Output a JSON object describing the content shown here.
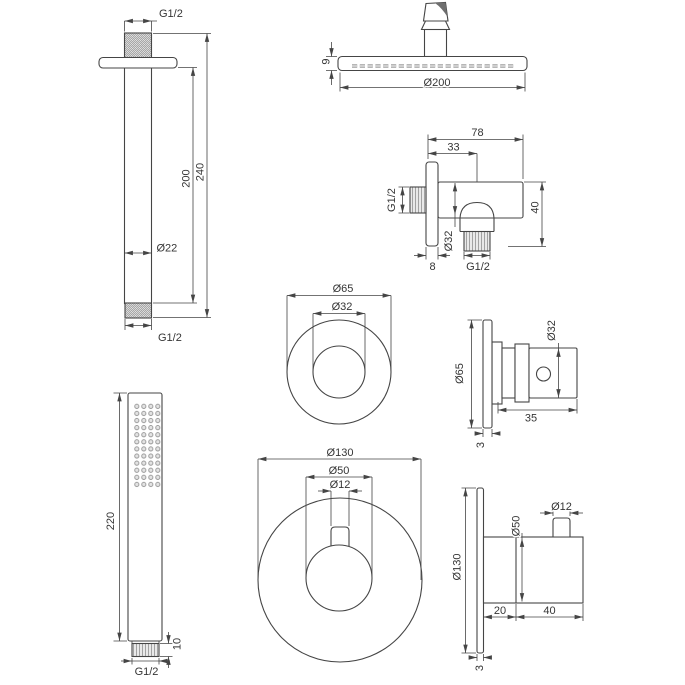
{
  "diagram": {
    "background": "#ffffff",
    "line_color": "#454545",
    "text_color": "#353535"
  },
  "components": {
    "ceiling_arm": {
      "dims": {
        "thread_top": "G1/2",
        "total_length": "240",
        "tube_length": "200",
        "tube_diameter": "Ø22",
        "thread_bottom": "G1/2"
      }
    },
    "head_shower": {
      "dims": {
        "disc_thickness": "9",
        "disc_diameter": "Ø200"
      }
    },
    "wall_outlet": {
      "dims": {
        "total_width": "78",
        "outlet_offset": "33",
        "inlet_thread": "G1/2",
        "body_diameter": "Ø32",
        "plate_thickness": "8",
        "outlet_thread": "G1/2",
        "height": "40"
      }
    },
    "stop_valve_front": {
      "dims": {
        "plate_diameter": "Ø65",
        "knob_diameter": "Ø32"
      }
    },
    "stop_valve_side": {
      "dims": {
        "plate_diameter": "Ø65",
        "body_diameter": "Ø32",
        "depth": "35",
        "plate_thickness": "3"
      }
    },
    "thermostat_front": {
      "dims": {
        "plate_diameter": "Ø130",
        "knob_diameter": "Ø50",
        "lever_diameter": "Ø12"
      }
    },
    "thermostat_side": {
      "dims": {
        "plate_diameter": "Ø130",
        "knob_diameter": "Ø50",
        "lever_diameter": "Ø12",
        "knob_depth": "20",
        "body_depth": "40",
        "plate_thickness": "3"
      }
    },
    "hand_shower": {
      "dims": {
        "length": "220",
        "thread_height": "10",
        "thread": "G1/2"
      }
    }
  }
}
